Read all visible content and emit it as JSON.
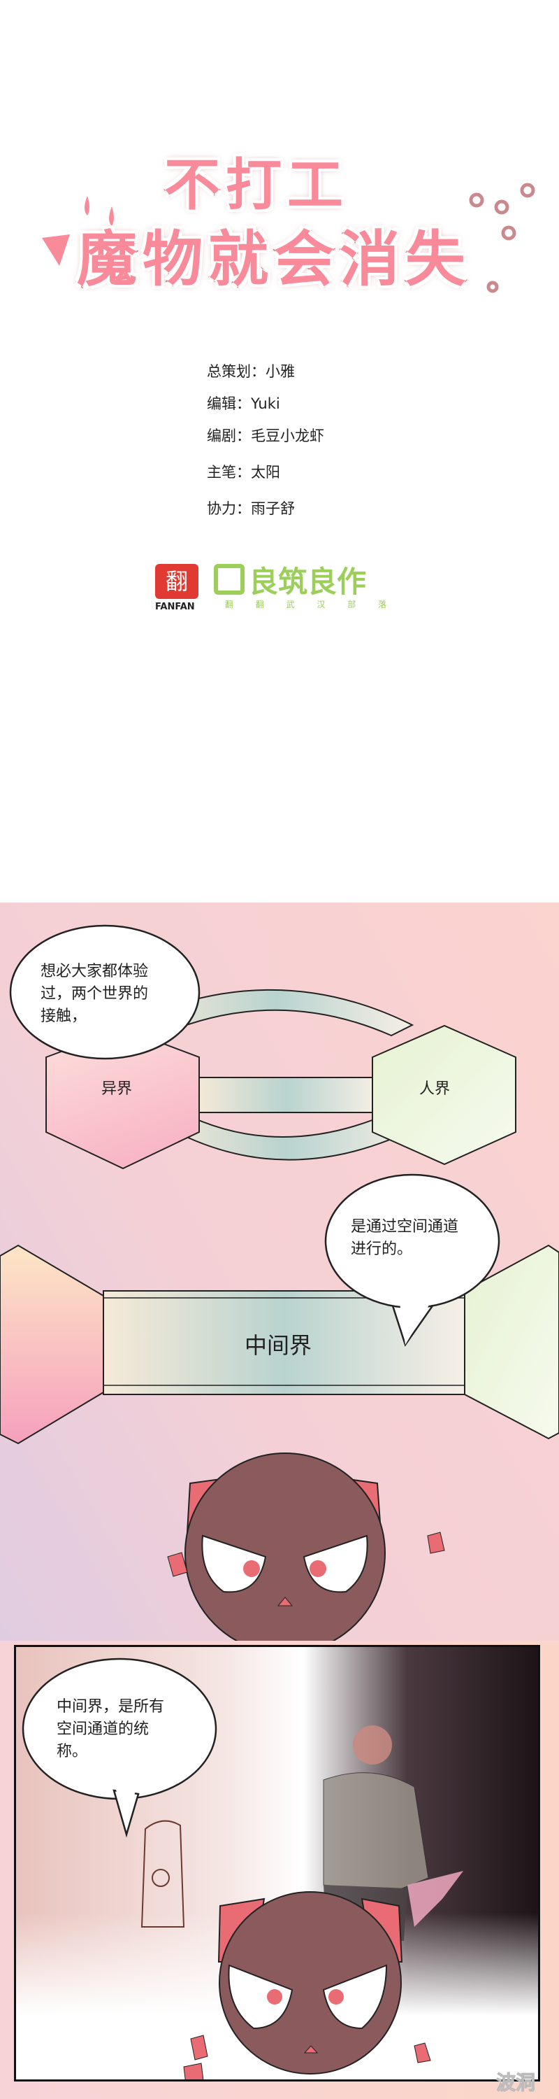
{
  "title": {
    "line1": "不打工",
    "line2": "魔物就会消失"
  },
  "credits": [
    {
      "role": "总策划：",
      "name": "小雅"
    },
    {
      "role": "编辑：",
      "name": "Yuki"
    },
    {
      "role": "编剧：",
      "name": "毛豆小龙虾"
    },
    {
      "role": "主笔：",
      "name": "太阳"
    },
    {
      "role": "协力：",
      "name": "雨子舒"
    }
  ],
  "logos": {
    "fanfan": "FANFAN",
    "fanfan_glyph": "翻",
    "studio": "良筑良作",
    "studio_sub": "翻 翻 武 汉 部 落"
  },
  "panel1": {
    "bubble1": [
      "想必大家都体验",
      "过，两个世界的",
      "接触，"
    ],
    "left_world": "异界",
    "right_world": "人界",
    "bubble2": [
      "是通过空间通道",
      "进行的。"
    ],
    "middle_world": "中间界"
  },
  "panel2": {
    "bubble": [
      "中间界，是所有",
      "空间通道的统",
      "称。"
    ]
  },
  "watermark": "波洞",
  "colors": {
    "title_pink": "#f98a9a",
    "title_outline": "#c98a8e",
    "character_body": "#8a5a5c",
    "character_ears": "#e96b73",
    "logo_green": "#9ccf5a",
    "logo_red": "#e03a32"
  }
}
